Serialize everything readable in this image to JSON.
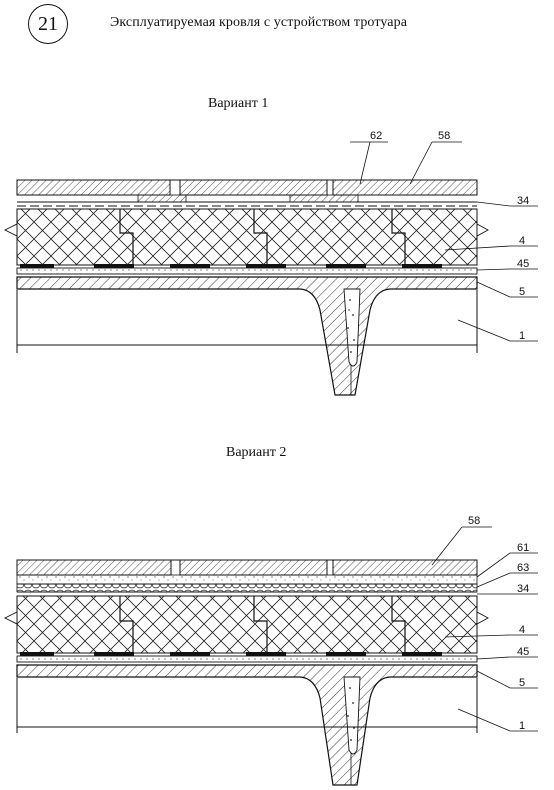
{
  "header": {
    "sheet_number": "21",
    "title": "Эксплуатируемая кровля с устройством тротуара"
  },
  "variants": [
    {
      "title": "Вариант 1",
      "labels": {
        "top_a": "62",
        "top_b": "58",
        "r1": "34",
        "r2": "4",
        "r3": "45",
        "r4": "5",
        "r5": "1"
      }
    },
    {
      "title": "Вариант 2",
      "labels": {
        "top_b": "58",
        "r1": "61",
        "r2": "63",
        "r3": "34",
        "r4": "4",
        "r5": "45",
        "r6": "5",
        "r7": "1"
      }
    }
  ]
}
